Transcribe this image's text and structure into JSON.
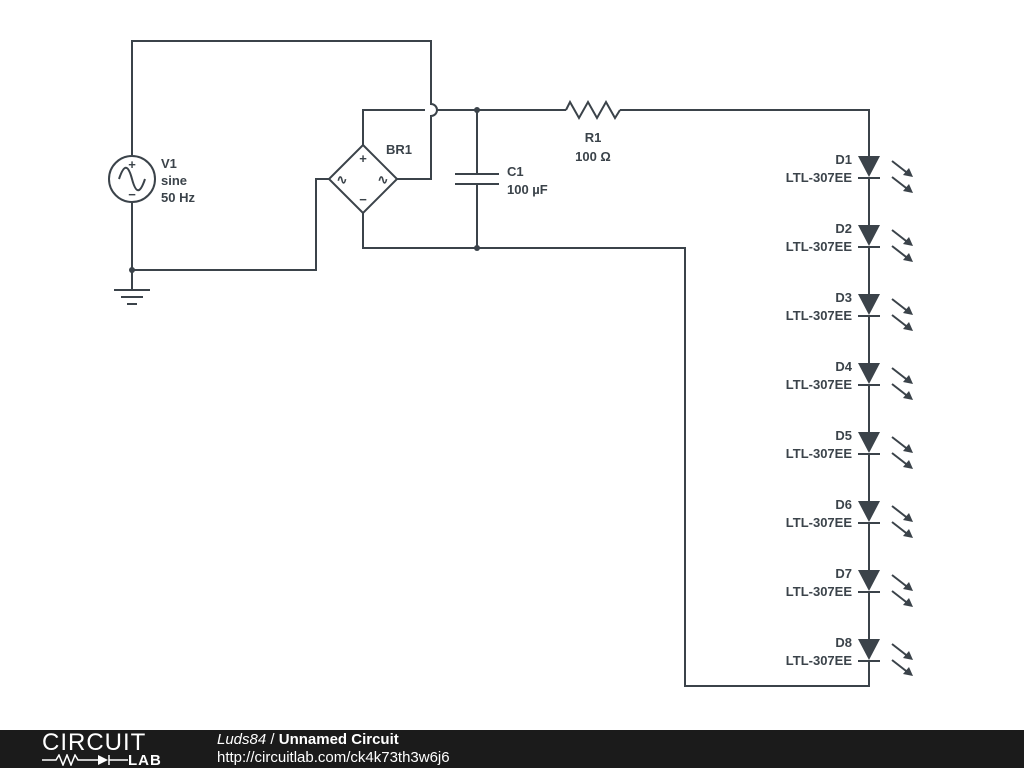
{
  "source": {
    "name": "V1",
    "waveform": "sine",
    "frequency": "50 Hz",
    "plus_sign": "+",
    "minus_sign": "−"
  },
  "bridge": {
    "name": "BR1",
    "plus_sign": "+",
    "minus_sign": "−",
    "ac_sign": "∿"
  },
  "capacitor": {
    "name": "C1",
    "value": "100 µF"
  },
  "resistor": {
    "name": "R1",
    "value": "100 Ω"
  },
  "leds": [
    {
      "name": "D1",
      "part": "LTL-307EE"
    },
    {
      "name": "D2",
      "part": "LTL-307EE"
    },
    {
      "name": "D3",
      "part": "LTL-307EE"
    },
    {
      "name": "D4",
      "part": "LTL-307EE"
    },
    {
      "name": "D5",
      "part": "LTL-307EE"
    },
    {
      "name": "D6",
      "part": "LTL-307EE"
    },
    {
      "name": "D7",
      "part": "LTL-307EE"
    },
    {
      "name": "D8",
      "part": "LTL-307EE"
    }
  ],
  "footer": {
    "logo_top": "CIRCUIT",
    "logo_bottom": "LAB",
    "owner": "Luds84",
    "separator": " / ",
    "circuit_title": "Unnamed Circuit",
    "url": "http://circuitlab.com/ck4k73th3w6j6"
  },
  "colors": {
    "ink": "#3b434a",
    "footer_bg": "#1b1b1b",
    "footer_text": "#ffffff"
  }
}
